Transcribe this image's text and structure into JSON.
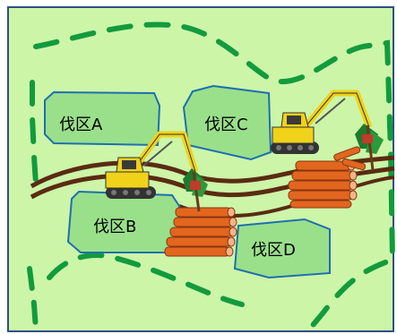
{
  "title": "",
  "colors": {
    "background": "#CCF5A8",
    "frame": "#2D4F8A",
    "boundary_dash": "#129B3C",
    "plot_fill": "#9AE08A",
    "plot_stroke": "#1E6FB0",
    "road": "#5A2B12",
    "machine_yellow": "#F0D21A",
    "log": "#E2661E"
  },
  "plots": [
    {
      "id": "A",
      "label": "伐区A"
    },
    {
      "id": "B",
      "label": "伐区B"
    },
    {
      "id": "C",
      "label": "伐区C"
    },
    {
      "id": "D",
      "label": "伐区D"
    }
  ],
  "machines": [
    {
      "name": "excavator-left",
      "type": "harvester"
    },
    {
      "name": "excavator-right",
      "type": "harvester"
    }
  ],
  "log_piles": [
    {
      "name": "log-pile-lower"
    },
    {
      "name": "log-pile-upper"
    }
  ]
}
